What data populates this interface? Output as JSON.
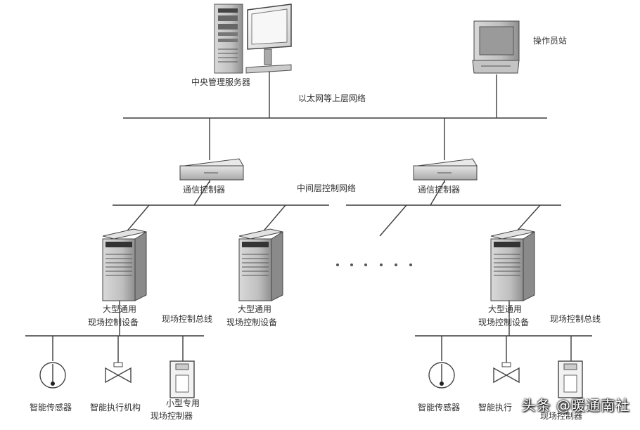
{
  "labels": {
    "central_server": "中央管理服务器",
    "operator_station": "操作员站",
    "upper_network": "以太网等上层网络",
    "comm_controller_1": "通信控制器",
    "comm_controller_2": "通信控制器",
    "middle_network": "中间层控制网络",
    "field_device_1_line1": "大型通用",
    "field_device_1_line2": "现场控制设备",
    "field_device_2_line1": "大型通用",
    "field_device_2_line2": "现场控制设备",
    "field_device_3_line1": "大型通用",
    "field_device_3_line2": "现场控制设备",
    "field_bus_1": "现场控制总线",
    "field_bus_2": "现场控制总线",
    "sensor_1": "智能传感器",
    "actuator_1": "智能执行机构",
    "small_controller_line1": "小型专用",
    "small_controller_line2": "现场控制器",
    "sensor_2": "智能传感器",
    "actuator_2": "智能执行",
    "small_controller_2": "现场控制器"
  },
  "watermark": "头条 @暖通南社"
}
